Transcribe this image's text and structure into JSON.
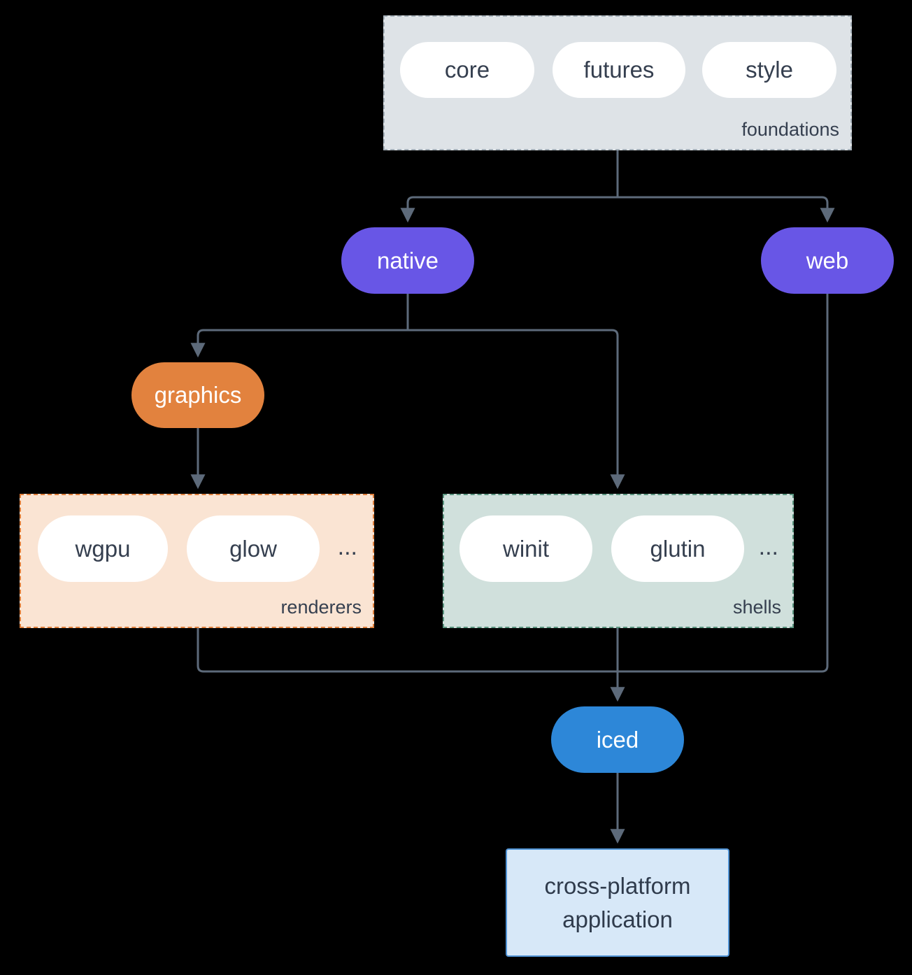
{
  "foundations": {
    "label": "foundations",
    "pills": [
      "core",
      "futures",
      "style"
    ]
  },
  "platforms": {
    "native": "native",
    "web": "web"
  },
  "graphics": "graphics",
  "renderers": {
    "label": "renderers",
    "pills": [
      "wgpu",
      "glow"
    ],
    "more": "..."
  },
  "shells": {
    "label": "shells",
    "pills": [
      "winit",
      "glutin"
    ],
    "more": "..."
  },
  "iced": "iced",
  "application": "cross-platform application",
  "colors": {
    "background": "#000000",
    "foundations_fill": "#dee3e7",
    "purple": "#6856e6",
    "orange": "#e2823e",
    "renderers_fill": "#fae4d3",
    "shells_fill": "#d0e0dc",
    "iced_blue": "#2d87d8",
    "application_fill": "#d7e8f8",
    "arrow": "#5d6a7a",
    "text_dark": "#353f4f"
  }
}
